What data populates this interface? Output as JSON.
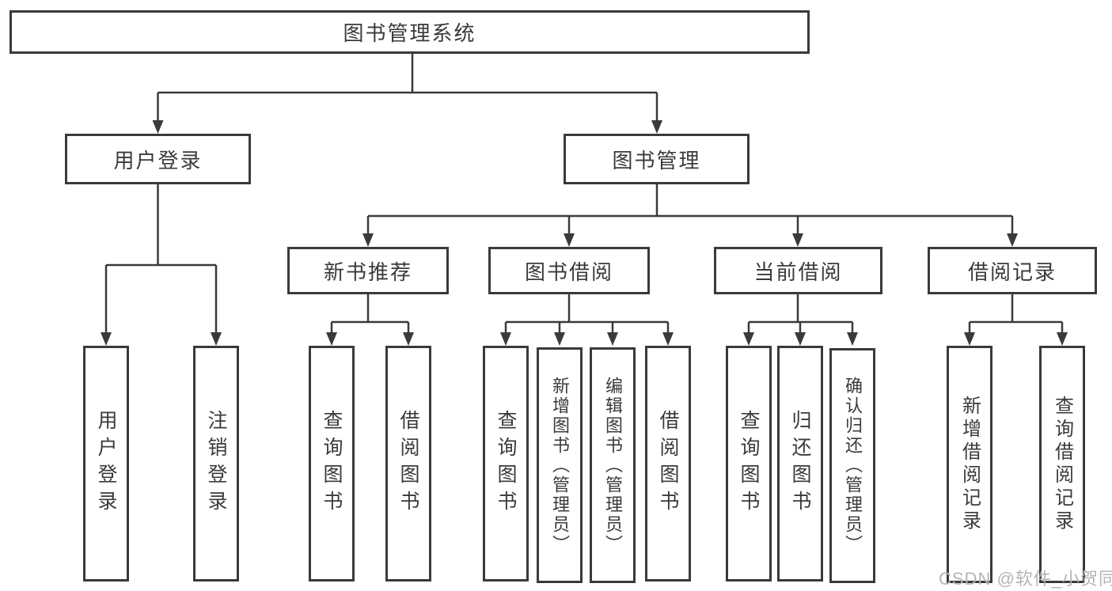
{
  "colors": {
    "line": "#3a3a3a",
    "text": "#3a3a3a",
    "node_background": "#ffffff",
    "background": "#ffffff",
    "watermark": "#b5b5b5"
  },
  "watermark": "CSDN @软件_小贺同学",
  "tree": {
    "label": "图书管理系统",
    "children": [
      {
        "label": "用户登录",
        "children": [
          {
            "label": "用户登录"
          },
          {
            "label": "注销登录"
          }
        ]
      },
      {
        "label": "图书管理",
        "children": [
          {
            "label": "新书推荐",
            "children": [
              {
                "label": "查询图书"
              },
              {
                "label": "借阅图书"
              }
            ]
          },
          {
            "label": "图书借阅",
            "children": [
              {
                "label": "查询图书"
              },
              {
                "label": "新增图书（管理员）"
              },
              {
                "label": "编辑图书（管理员）"
              },
              {
                "label": "借阅图书"
              }
            ]
          },
          {
            "label": "当前借阅",
            "children": [
              {
                "label": "查询图书"
              },
              {
                "label": "归还图书"
              },
              {
                "label": "确认归还（管理员）"
              }
            ]
          },
          {
            "label": "借阅记录",
            "children": [
              {
                "label": "新增借阅记录"
              },
              {
                "label": "查询借阅记录"
              }
            ]
          }
        ]
      }
    ]
  }
}
